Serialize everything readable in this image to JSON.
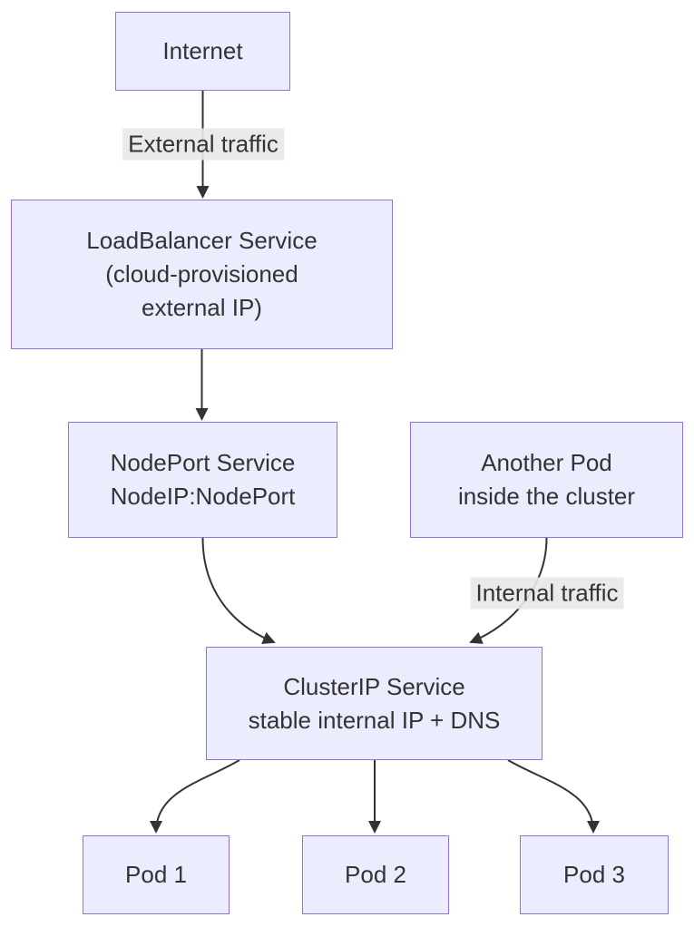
{
  "diagram": {
    "background": "#ffffff",
    "node_fill": "#ECECFF",
    "node_border": "#9370DB",
    "text_color": "#333333",
    "edge_color": "#333333",
    "edge_label_bg": "rgba(232,232,232,0.9)"
  },
  "nodes": {
    "internet": {
      "lines": [
        "Internet"
      ]
    },
    "loadbalancer": {
      "lines": [
        "LoadBalancer Service",
        "(cloud-provisioned",
        "external IP)"
      ]
    },
    "nodeport": {
      "lines": [
        "NodePort Service",
        "NodeIP:NodePort"
      ]
    },
    "another_pod": {
      "lines": [
        "Another Pod",
        "inside the cluster"
      ]
    },
    "clusterip": {
      "lines": [
        "ClusterIP Service",
        "stable internal IP + DNS"
      ]
    },
    "pod1": {
      "lines": [
        "Pod 1"
      ]
    },
    "pod2": {
      "lines": [
        "Pod 2"
      ]
    },
    "pod3": {
      "lines": [
        "Pod 3"
      ]
    }
  },
  "edge_labels": {
    "external_traffic": "External traffic",
    "internal_traffic": "Internal traffic"
  }
}
